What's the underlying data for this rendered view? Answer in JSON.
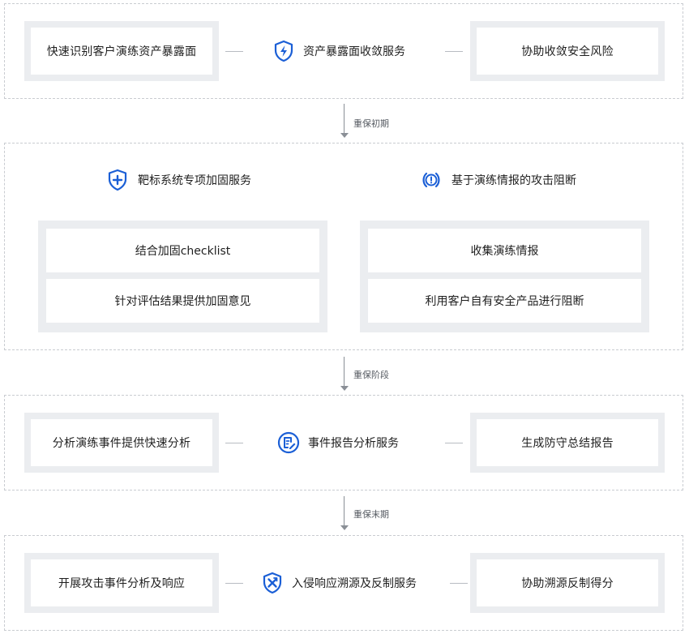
{
  "stages": {
    "exposure": {
      "left_box": "快速识别客户演练资产暴露面",
      "center": "资产暴露面收敛服务",
      "right_box": "协助收敛安全风险",
      "icon": "lightning-shield-icon"
    },
    "hardening": {
      "left_title": "靶标系统专项加固服务",
      "left_icon": "plus-shield-icon",
      "left_items": [
        "结合加固checklist",
        "针对评估结果提供加固意见"
      ],
      "right_title": "基于演练情报的攻击阻断",
      "right_icon": "alert-signal-icon",
      "right_items": [
        "收集演练情报",
        "利用客户自有安全产品进行阻断"
      ]
    },
    "report": {
      "left_box": "分析演练事件提供快速分析",
      "center": "事件报告分析服务",
      "right_box": "生成防守总结报告",
      "icon": "document-edit-icon"
    },
    "response": {
      "left_box": "开展攻击事件分析及响应",
      "center": "入侵响应溯源及反制服务",
      "right_box": "协助溯源反制得分",
      "icon": "crossed-shield-icon"
    }
  },
  "connectors": [
    "重保初期",
    "重保阶段",
    "重保末期"
  ],
  "colors": {
    "accent": "#1b5fd6",
    "box_gray": "#ebedf0",
    "dashed_border": "#c9ccd1",
    "connector_gray": "#8a8f96"
  }
}
